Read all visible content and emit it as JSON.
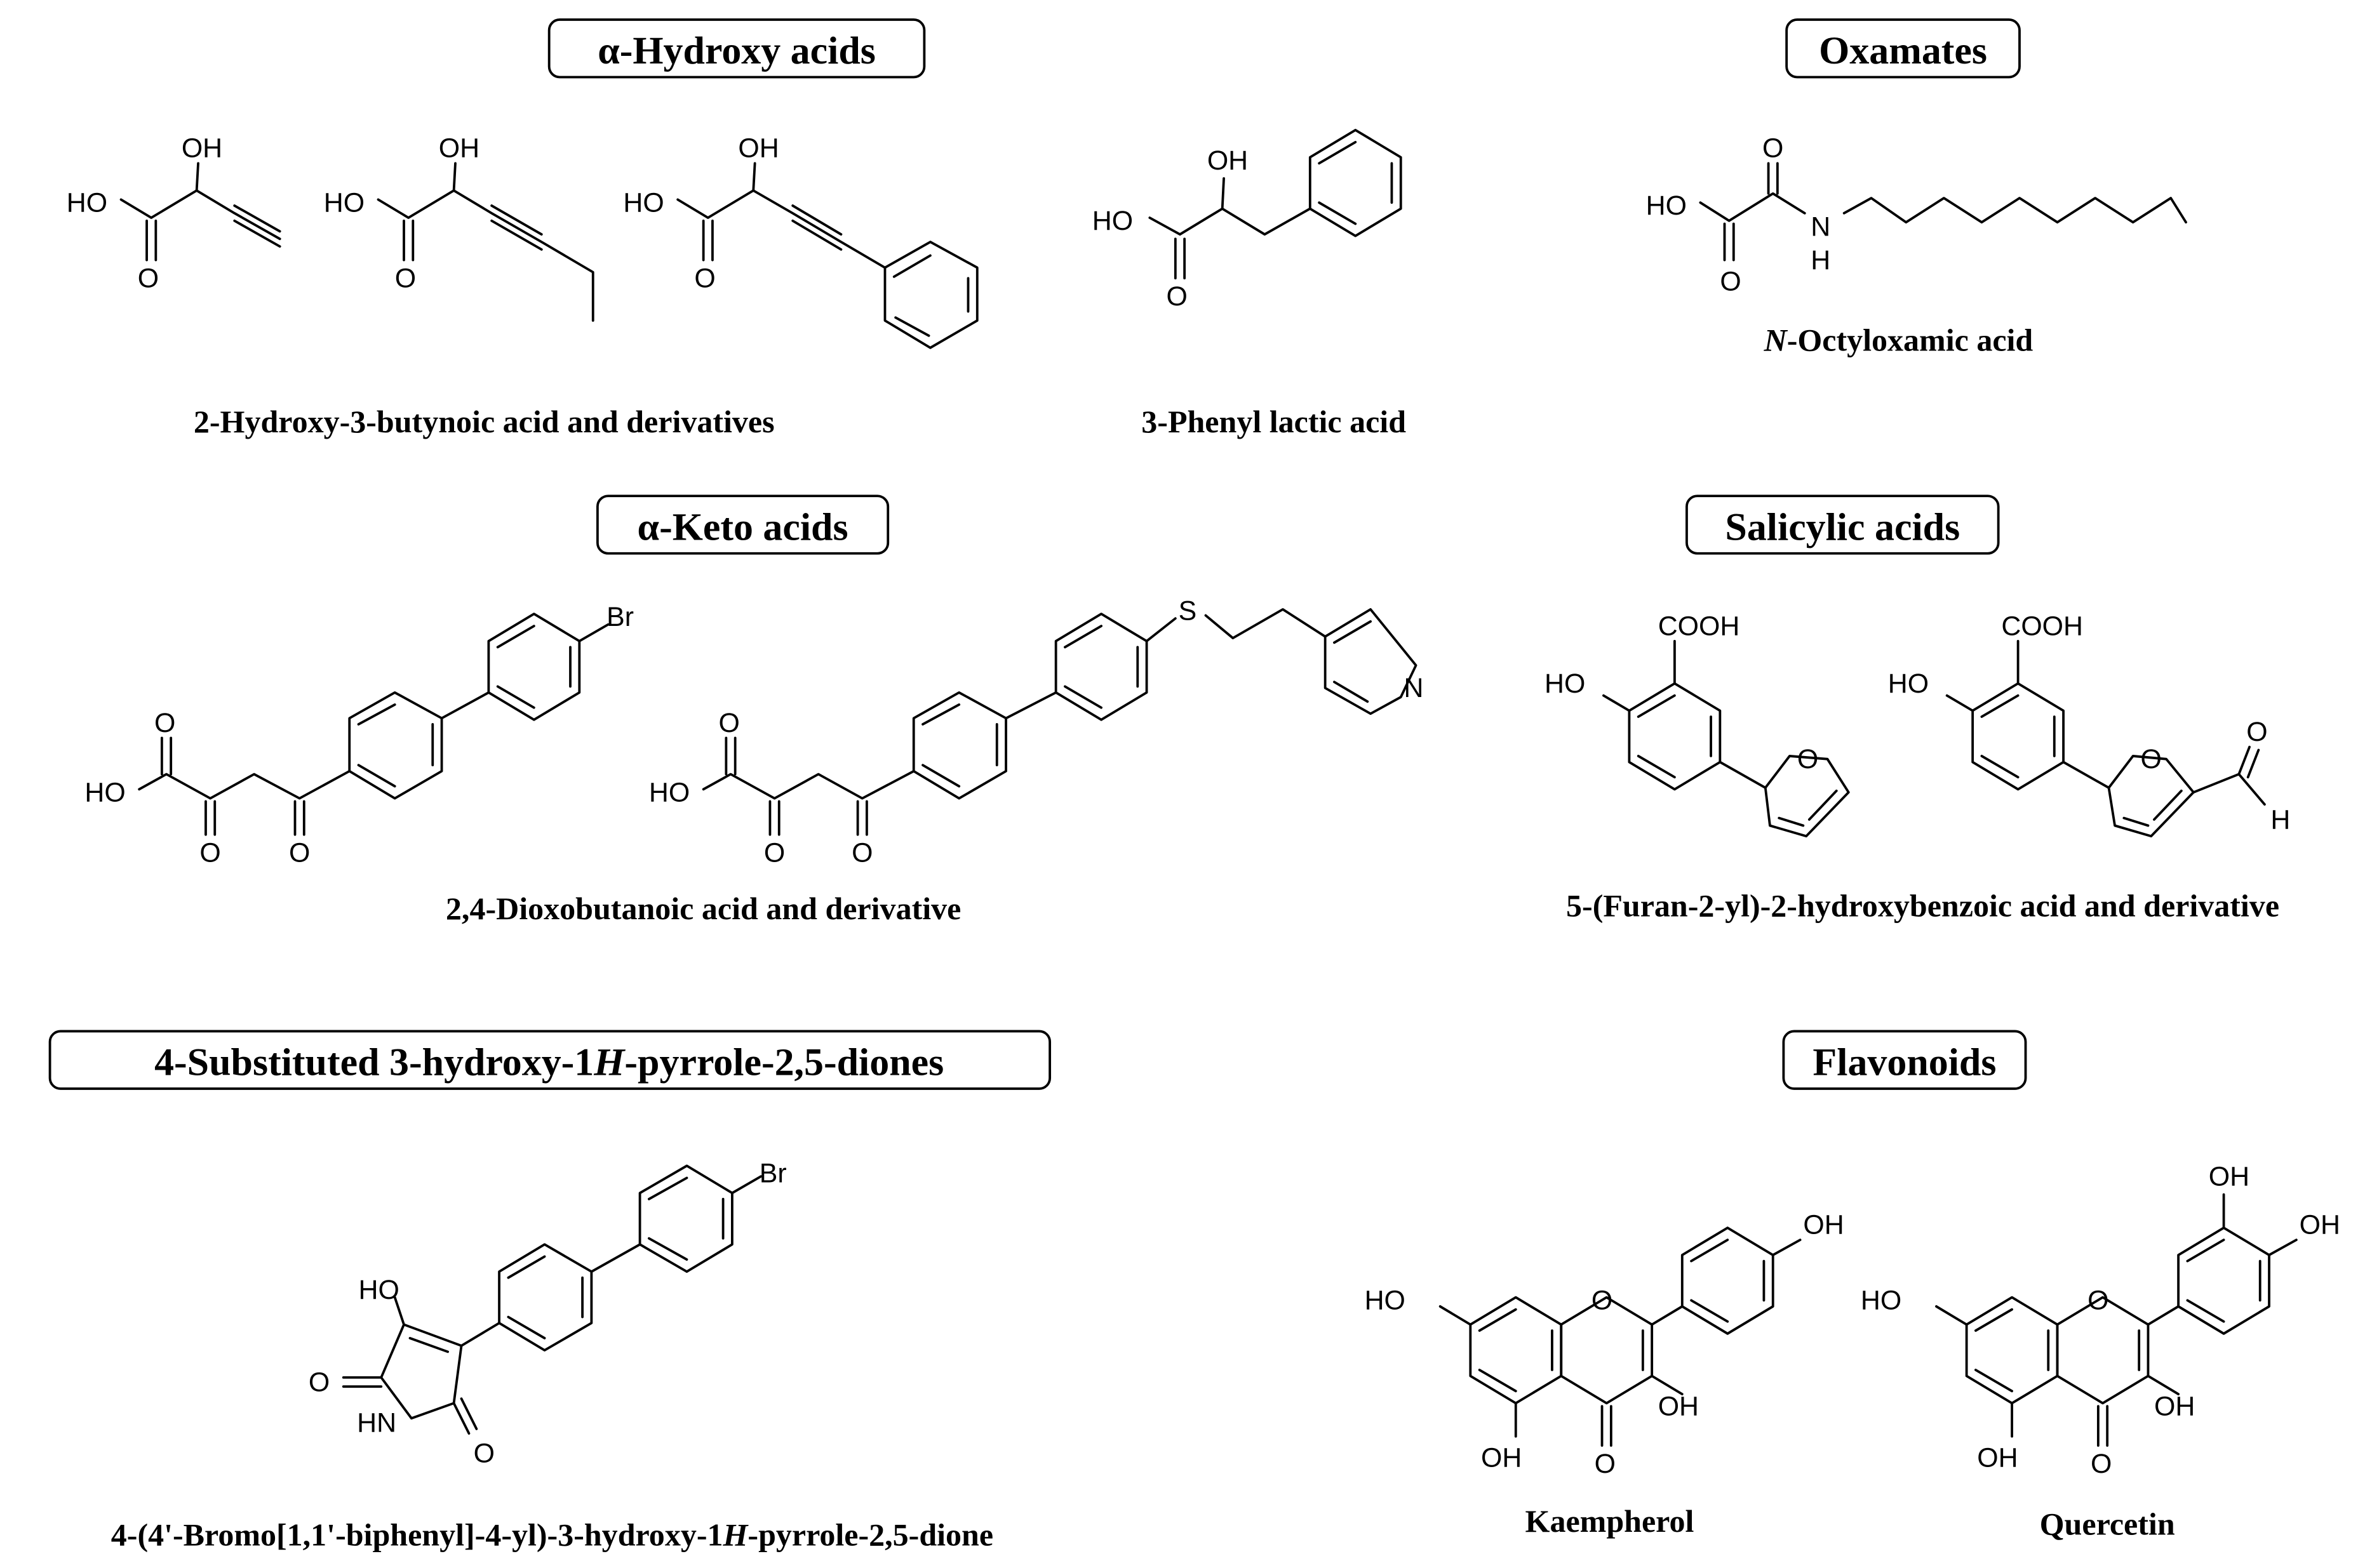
{
  "headers": {
    "hydroxy": "α-Hydroxy acids",
    "oxamates": "Oxamates",
    "keto": "α-Keto acids",
    "salicylic": "Salicylic acids",
    "pyrrole_prefix": "4-Substituted 3-hydroxy-1",
    "pyrrole_h": "H",
    "pyrrole_suffix": "-pyrrole-2,5-diones",
    "flavonoids": "Flavonoids"
  },
  "captions": {
    "butynoic": "2-Hydroxy-3-butynoic acid and derivatives",
    "phenyl_lactic": "3-Phenyl lactic acid",
    "octyloxamic_n": "N",
    "octyloxamic_rest": "-Octyloxamic acid",
    "dioxobutanoic": "2,4-Dioxobutanoic acid and derivative",
    "furan": "5-(Furan-2-yl)-2-hydroxybenzoic acid and derivative",
    "pyrrole_prefix": "4-(4'-Bromo[1,1'-biphenyl]-4-yl)-3-hydroxy-1",
    "pyrrole_h": "H",
    "pyrrole_suffix": "-pyrrole-2,5-dione",
    "kaempherol": "Kaempherol",
    "quercetin": "Quercetin"
  },
  "atoms": {
    "OH": "OH",
    "HO": "HO",
    "O": "O",
    "N": "N",
    "H": "H",
    "Br": "Br",
    "S": "S",
    "COOH": "COOH",
    "HN": "HN"
  }
}
